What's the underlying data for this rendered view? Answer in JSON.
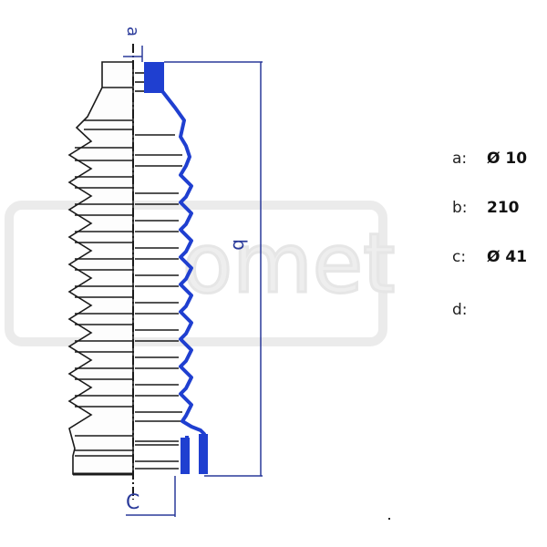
{
  "diagram": {
    "subject": "steering rack bellows boot",
    "watermark": "gomet",
    "dimension_labels": {
      "a": "a",
      "b": "b",
      "c": "C"
    },
    "colors": {
      "outline": "#1a1a1a",
      "section": "#1f3fd0",
      "dimension": "#2a3a9a",
      "watermark": "#e6e6e6"
    }
  },
  "specs": [
    {
      "key": "a:",
      "value": "Ø 10"
    },
    {
      "key": "b:",
      "value": "210"
    },
    {
      "key": "c:",
      "value": "Ø 41"
    },
    {
      "key": "d:",
      "value": ""
    }
  ]
}
